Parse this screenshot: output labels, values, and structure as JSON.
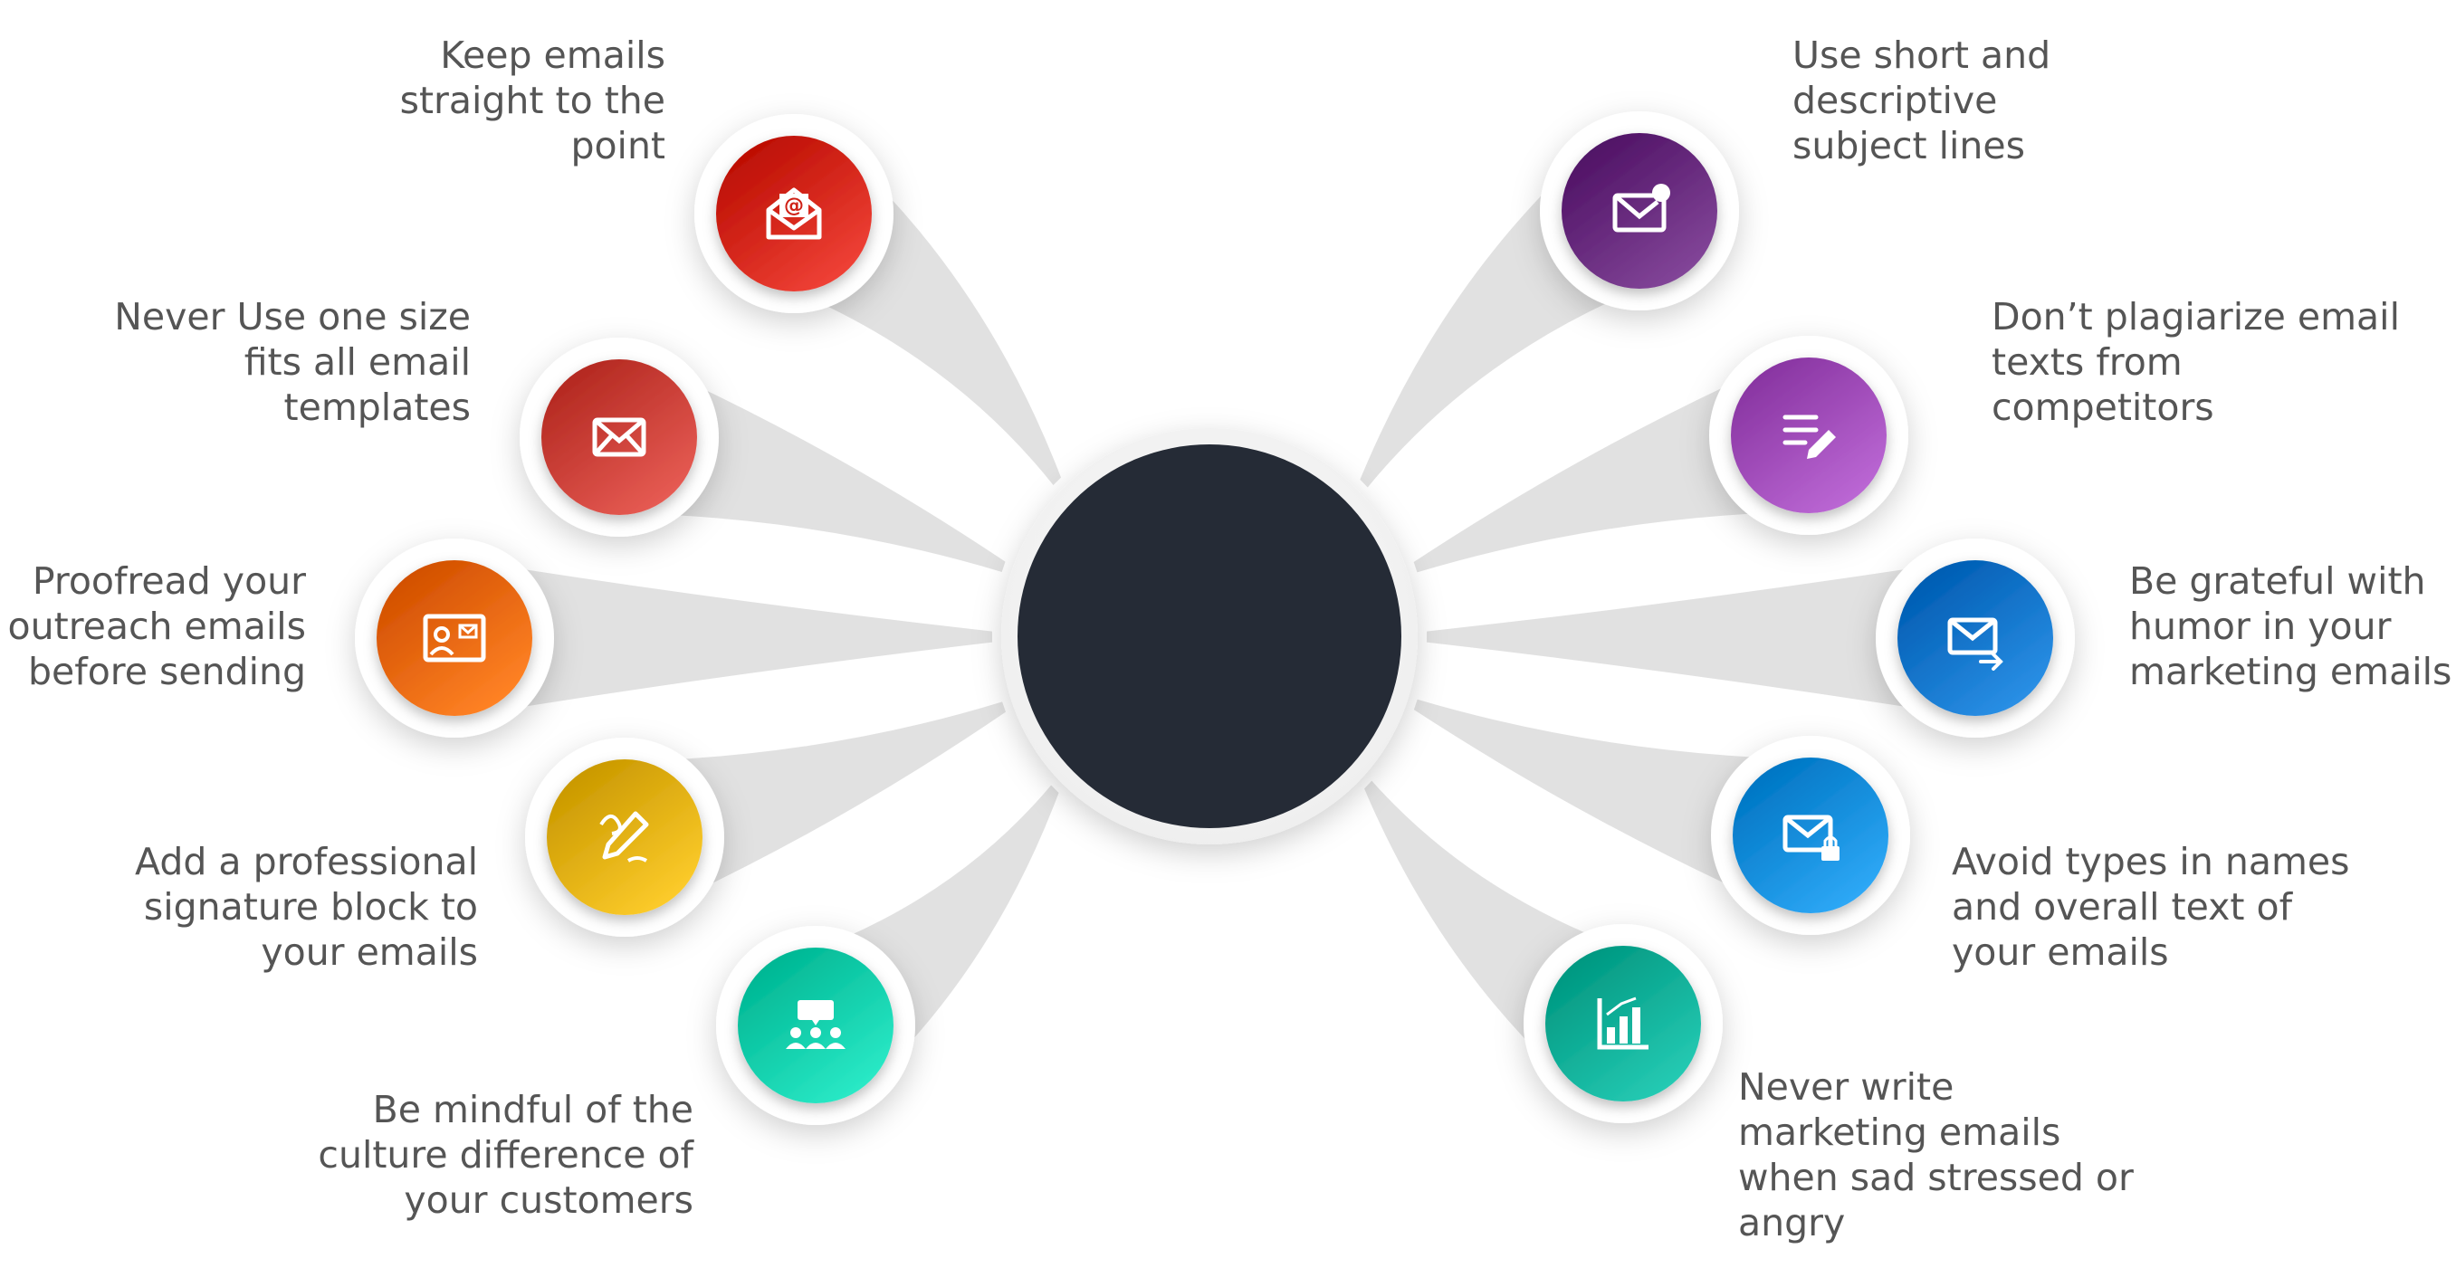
{
  "hub": {
    "label": ""
  },
  "nodes": [
    {
      "id": "n0",
      "side": "left",
      "icon": "email-open-at-icon",
      "color": "#d92b20",
      "text": "Keep emails straight to the point",
      "lines": [
        "Keep emails",
        "straight to the",
        "point"
      ]
    },
    {
      "id": "n1",
      "side": "left",
      "icon": "envelope-icon",
      "color": "#d0453d",
      "text": "Never Use one size fits all email templates",
      "lines": [
        "Never Use one size",
        "fits all email",
        "templates"
      ]
    },
    {
      "id": "n2",
      "side": "left",
      "icon": "image-mail-icon",
      "color": "#ee6c0f",
      "text": "Proofread your outreach emails before sending",
      "lines": [
        "Proofread your",
        "outreach emails",
        "before sending"
      ]
    },
    {
      "id": "n3",
      "side": "left",
      "icon": "signature-pen-icon",
      "color": "#e6b515",
      "text": "Add a professional signature block to your emails",
      "lines": [
        "Add a professional",
        "signature block to",
        "your emails"
      ]
    },
    {
      "id": "n4",
      "side": "left",
      "icon": "team-chat-icon",
      "color": "#14d3b0",
      "text": "Be mindful of the culture difference of your customers",
      "lines": [
        "Be mindful of the",
        "culture difference of",
        "your customers"
      ]
    },
    {
      "id": "n5",
      "side": "right",
      "icon": "mail-notification-icon",
      "color": "#6c2f82",
      "text": "Use short and descriptive subject lines",
      "lines": [
        "Use short and",
        "descriptive",
        "subject lines"
      ]
    },
    {
      "id": "n6",
      "side": "right",
      "icon": "edit-text-icon",
      "color": "#a551be",
      "text": "Don’t plagiarize email texts from competitors",
      "lines": [
        "Don’t plagiarize email",
        "texts from",
        "competitors"
      ]
    },
    {
      "id": "n7",
      "side": "right",
      "icon": "mail-forward-icon",
      "color": "#1479cf",
      "text": "Be grateful with humor in your marketing emails",
      "lines": [
        "Be grateful with",
        "humor in your",
        "marketing emails"
      ]
    },
    {
      "id": "n8",
      "side": "right",
      "icon": "mail-lock-icon",
      "color": "#1892e0",
      "text": "Avoid types in names and overall text of your emails",
      "lines": [
        "Avoid types in names",
        "and overall text of",
        "your emails"
      ]
    },
    {
      "id": "n9",
      "side": "right",
      "icon": "bar-chart-icon",
      "color": "#0fb49d",
      "text": "Never write marketing emails when sad stressed or angry",
      "lines": [
        "Never write",
        "marketing emails",
        "when sad stressed or",
        "angry"
      ]
    }
  ],
  "colors": {
    "hub": "#252b36",
    "ray": "#dcdcdc",
    "text": "#555555"
  }
}
